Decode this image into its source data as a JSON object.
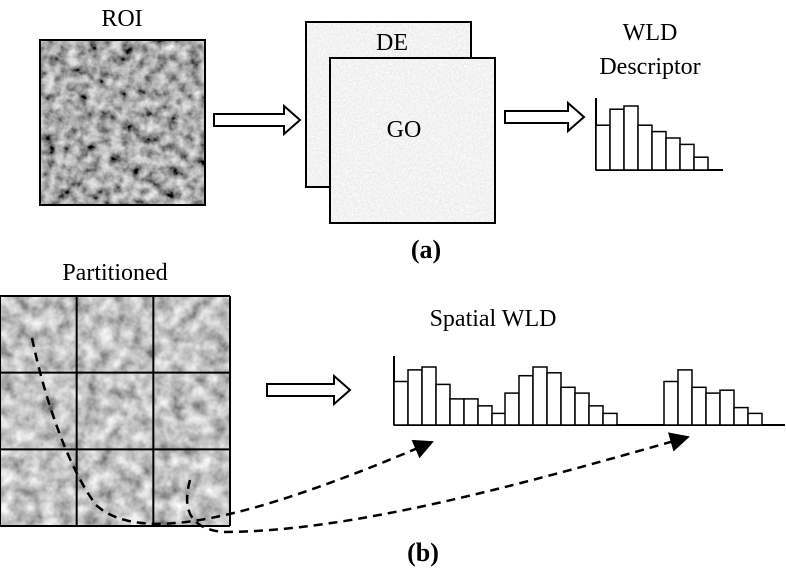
{
  "panel_a": {
    "roi_label": "ROI",
    "de_label": "DE",
    "go_label": "GO",
    "descriptor_label_line1": "WLD",
    "descriptor_label_line2": "Descriptor",
    "caption": "(a)",
    "histogram": {
      "values": [
        0.7,
        0.95,
        1.0,
        0.7,
        0.6,
        0.5,
        0.4,
        0.2
      ]
    }
  },
  "panel_b": {
    "partition_label": "Partitioned",
    "spatial_label": "Spatial WLD",
    "caption": "(b)",
    "grid": {
      "rows": 3,
      "cols": 3
    },
    "histograms": [
      {
        "values": [
          0.75,
          0.95,
          1.0,
          0.7,
          0.45,
          0.45,
          0.33,
          0.2
        ]
      },
      {
        "values": [
          0.55,
          0.85,
          1.0,
          0.9,
          0.65,
          0.55,
          0.33,
          0.2
        ]
      },
      {
        "values": [
          0.75,
          0.95,
          0.65,
          0.55,
          0.6,
          0.3,
          0.2
        ]
      }
    ]
  },
  "colors": {
    "stroke": "#000000",
    "texture_dark": "#5a5a5a",
    "texture_light": "#efefef"
  },
  "icons": {
    "arrow": "hollow-right-arrow",
    "connector": "dashed-curved-arrow"
  }
}
